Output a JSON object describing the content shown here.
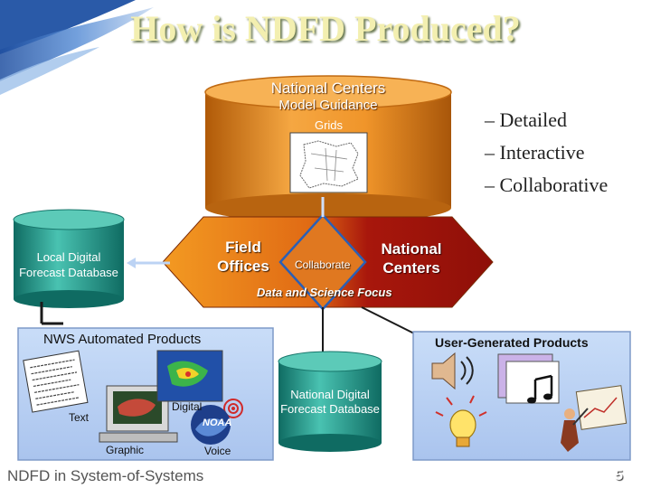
{
  "slide": {
    "title": "How is NDFD Produced?",
    "footer": "NDFD in System-of-Systems",
    "page_number": "5"
  },
  "bullets": [
    "– Detailed",
    "– Interactive",
    "– Collaborative"
  ],
  "national_centers_db": {
    "title": "National Centers",
    "subtitle": "Model Guidance",
    "grids_label": "Grids"
  },
  "local_db": {
    "label": "Local Digital Forecast Database"
  },
  "hexagon": {
    "left_label": "Field Offices",
    "right_label": "National Centers",
    "collaborate_label": "Collaborate",
    "focus_label": "Data and Science Focus"
  },
  "nws_panel": {
    "title": "NWS Automated Products",
    "text_label": "Text",
    "graphic_label": "Graphic",
    "digital_label": "Digital",
    "voice_label": "Voice"
  },
  "user_panel": {
    "title": "User-Generated Products"
  },
  "ndfd_db": {
    "label": "National Digital Forecast Database"
  },
  "colors": {
    "title_fill": "#f3efb0",
    "cylinder_orange": "#e8921f",
    "cylinder_teal": "#2fa89a",
    "hexagon_red": "#b51e10",
    "panel_blue": "#bcd3f4"
  }
}
